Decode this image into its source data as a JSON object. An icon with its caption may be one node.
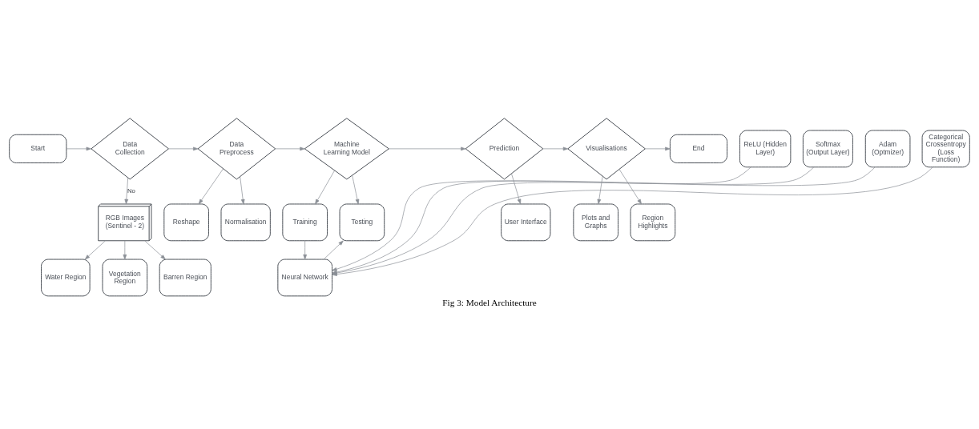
{
  "diagram": {
    "caption": "Fig 3: Model Architecture",
    "nodes": [
      {
        "text": [
          "Start"
        ]
      },
      {
        "text": [
          "Data Collection"
        ]
      },
      {
        "text": [
          "Data Preprocess"
        ]
      },
      {
        "text": [
          "Machine Learning Model"
        ]
      },
      {
        "text": [
          "Prediction"
        ]
      },
      {
        "text": [
          "Visualisations"
        ]
      },
      {
        "text": [
          "End"
        ]
      },
      {
        "text": [
          "RGB Images (Sentinel - 2)"
        ]
      },
      {
        "text": [
          "Water Region"
        ]
      },
      {
        "text": [
          "Vegetation Region"
        ]
      },
      {
        "text": [
          "Barren Region"
        ]
      },
      {
        "text": [
          "Reshape"
        ]
      },
      {
        "text": [
          "Normalisation"
        ]
      },
      {
        "text": [
          "Training"
        ]
      },
      {
        "text": [
          "Testing"
        ]
      },
      {
        "text": [
          "User Interface"
        ]
      },
      {
        "text": [
          "Plots and Graphs"
        ]
      },
      {
        "text": [
          "Region Highlights"
        ]
      },
      {
        "text": [
          "Neural Network"
        ]
      },
      {
        "text": [
          "ReLU (Hidden Layer)"
        ]
      },
      {
        "text": [
          "Softmax (Output Layer)"
        ]
      },
      {
        "text": [
          "Adam (Optmizer)"
        ]
      },
      {
        "text": [
          "Categorical Crossentropy (Loss Function)"
        ]
      }
    ],
    "edges": [
      {
        "from": 0,
        "to": 1,
        "arrow": "to"
      },
      {
        "from": 1,
        "to": 2,
        "arrow": "to"
      },
      {
        "from": 2,
        "to": 3,
        "arrow": "to"
      },
      {
        "from": 3,
        "to": 4,
        "arrow": "to"
      },
      {
        "from": 4,
        "to": 5,
        "arrow": "to"
      },
      {
        "from": 5,
        "to": 6,
        "arrow": "to"
      },
      {
        "from": 1,
        "to": 7,
        "arrow": "to",
        "label": "No"
      },
      {
        "from": 7,
        "to": 8,
        "arrow": "to"
      },
      {
        "from": 7,
        "to": 9,
        "arrow": "to"
      },
      {
        "from": 7,
        "to": 10,
        "arrow": "to"
      },
      {
        "from": 2,
        "to": 11,
        "arrow": "to"
      },
      {
        "from": 2,
        "to": 12,
        "arrow": "to"
      },
      {
        "from": 3,
        "to": 13,
        "arrow": "to"
      },
      {
        "from": 3,
        "to": 14,
        "arrow": "to"
      },
      {
        "from": 4,
        "to": 15,
        "arrow": "to"
      },
      {
        "from": 5,
        "to": 16,
        "arrow": "to"
      },
      {
        "from": 5,
        "to": 17,
        "arrow": "to"
      },
      {
        "from": 13,
        "to": 18,
        "arrow": "to"
      },
      {
        "from": 18,
        "to": 14,
        "arrow": "to"
      },
      {
        "from": 19,
        "to": 18,
        "arrow": "to"
      },
      {
        "from": 20,
        "to": 18,
        "arrow": "to"
      },
      {
        "from": 21,
        "to": 18,
        "arrow": "to"
      },
      {
        "from": 22,
        "to": 18,
        "arrow": "to"
      }
    ]
  }
}
